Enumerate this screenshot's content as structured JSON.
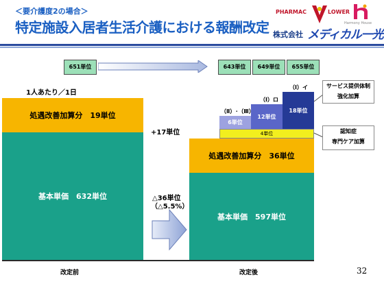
{
  "header": {
    "subtitle": "＜要介護度2の場合＞",
    "title": "特定施設入居者生活介護における報酬改定",
    "company_prefix": "株式会社",
    "company_name": "メディカル一光",
    "logo_pharmac": "PHARMAC",
    "logo_lower": "LOWER",
    "logo_harmony": "Harmony House"
  },
  "top_units": {
    "before": "651単位",
    "after": [
      "643単位",
      "649単位",
      "655単位"
    ]
  },
  "per_person": "1人あたり／1日",
  "before_bar": {
    "top_label": "処遇改善加算分　19単位",
    "bottom_label": "基本単価　632単位",
    "axis_label": "改定前"
  },
  "delta": {
    "plus": "+17単位",
    "minus": "△36単位",
    "minus_pct": "（△5.5%）"
  },
  "after_bar": {
    "top_label": "処遇改善加算分　36単位",
    "bottom_label": "基本単価　597単位",
    "axis_label": "改定後",
    "yellow_label": "4単位",
    "segments": [
      {
        "label": "6単位",
        "tier": "（Ⅱ）･（Ⅲ）"
      },
      {
        "label": "12単位",
        "tier": "（Ⅰ）ロ"
      },
      {
        "label": "18単位",
        "tier": "（Ⅰ）イ"
      }
    ]
  },
  "callouts": {
    "service": [
      "サービス提供体制",
      "強化加算"
    ],
    "dementia": [
      "認知症",
      "専門ケア加算"
    ]
  },
  "page_number": "32",
  "colors": {
    "title_blue": "#1a5fc2",
    "orange": "#f7b500",
    "teal": "#1aa18a",
    "yellow": "#f2ef1e",
    "light_purple": "#9da2e0",
    "mid_blue": "#5a66c8",
    "dark_blue": "#253a96",
    "mint": "#9ce0b8"
  }
}
